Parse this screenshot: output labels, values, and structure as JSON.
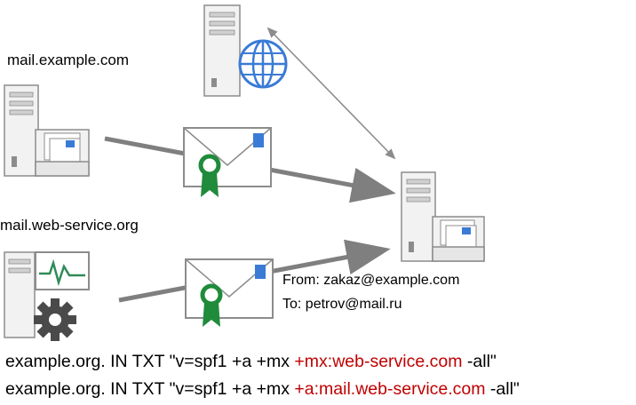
{
  "labels": {
    "mail_example": "mail.example.com",
    "web_service": "mail.web-service.org",
    "from": "From: zakaz@example.com",
    "to": "To: petrov@mail.ru"
  },
  "records": [
    {
      "prefix": "example.org. IN TXT \"v=spf1 +a +mx ",
      "highlight": "+mx:web-service.com",
      "suffix": " -all\""
    },
    {
      "prefix": "example.org. IN TXT \"v=spf1 +a +mx ",
      "highlight": "+a:mail.web-service.com",
      "suffix": " -all\""
    }
  ],
  "colors": {
    "server_fill": "#f2f2f2",
    "server_stroke": "#8c8c8c",
    "arrow": "#7f7f7f",
    "seal_green": "#1f8b3b",
    "globe_blue": "#3a7bd5",
    "highlight_red": "#c00000",
    "monitor_green": "#2e8b57"
  },
  "icons": [
    "dns-server-globe-icon",
    "mail-server-icon",
    "receiving-mail-server-icon",
    "monitoring-server-gear-icon",
    "certified-envelope-icon"
  ]
}
